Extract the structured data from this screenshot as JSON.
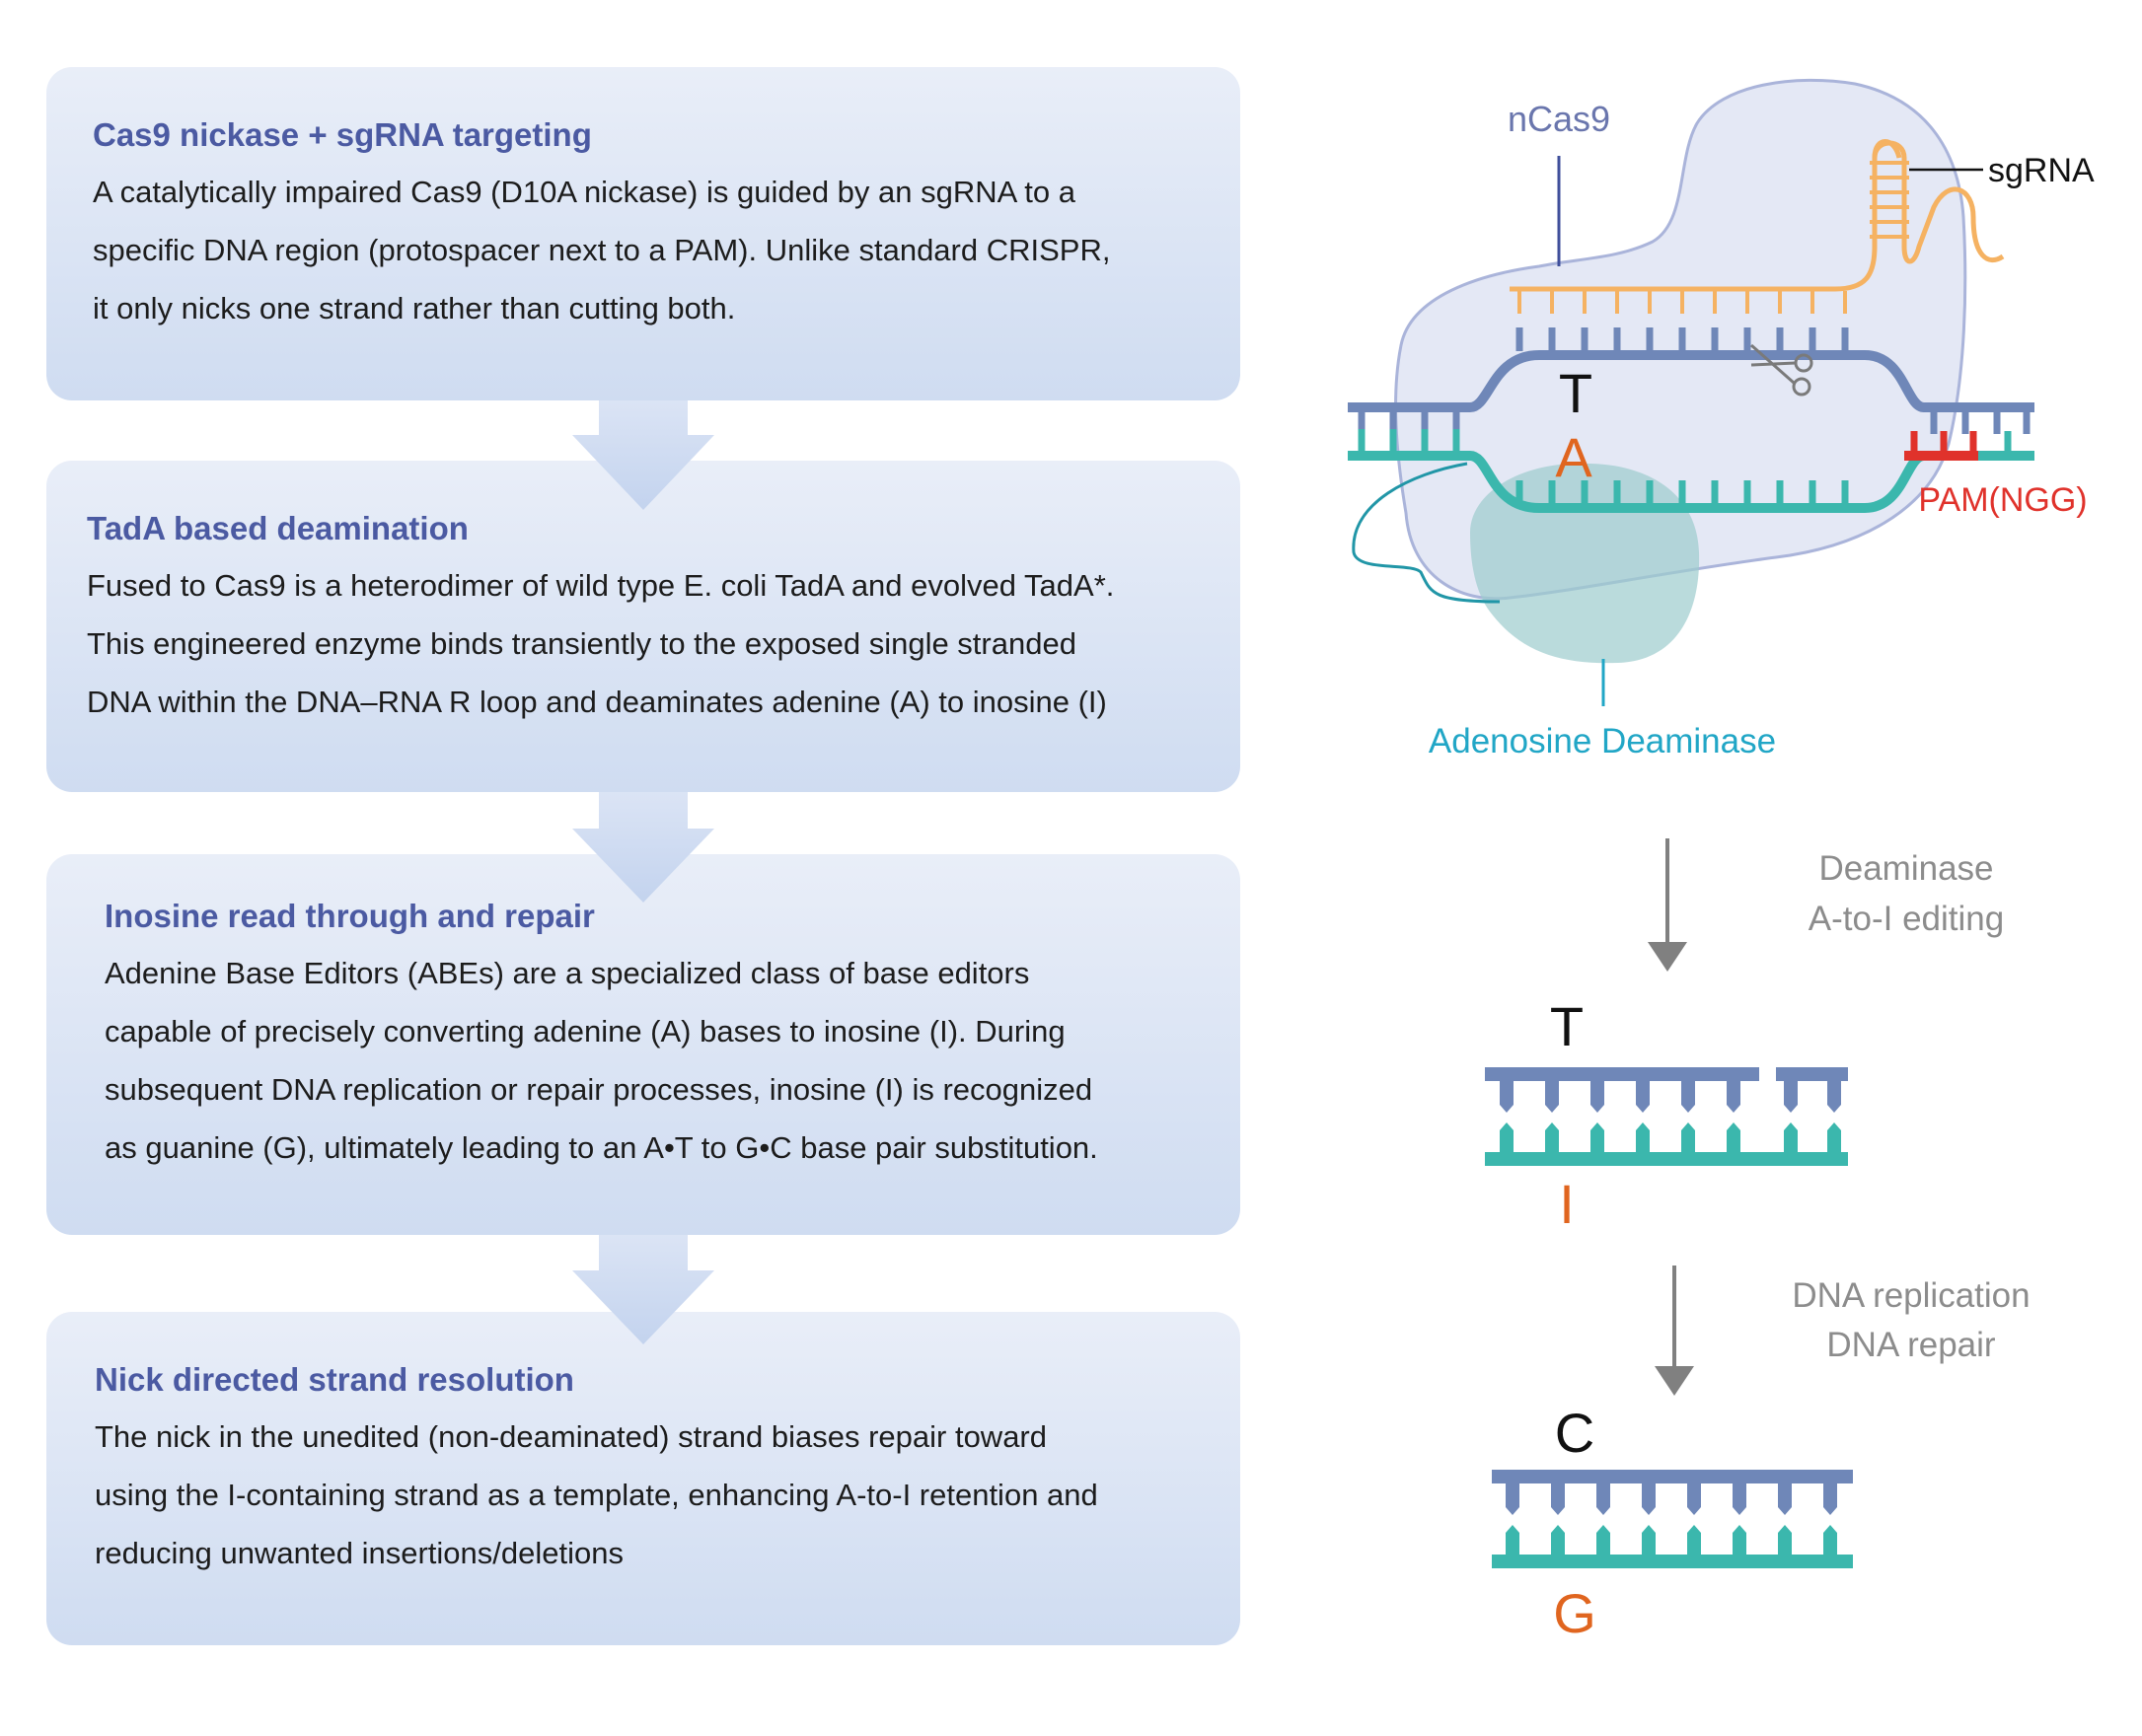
{
  "steps": [
    {
      "title": "Cas9 nickase + sgRNA targeting",
      "lines": [
        "A catalytically impaired Cas9 (D10A nickase) is guided by an sgRNA to a",
        "specific DNA region (protospacer next to a PAM). Unlike standard CRISPR,",
        "it only nicks one strand rather than cutting both."
      ]
    },
    {
      "title": "TadA based deamination",
      "lines": [
        "Fused to Cas9 is a heterodimer of wild type E. coli TadA and evolved TadA*.",
        "This engineered enzyme binds transiently to the exposed single stranded",
        "DNA within the DNA–RNA R loop and deaminates adenine (A) to inosine (I)"
      ]
    },
    {
      "title": "Inosine read through and repair",
      "lines": [
        "Adenine Base Editors (ABEs) are a specialized class of base editors",
        "capable of precisely converting adenine (A) bases to inosine (I). During",
        "subsequent DNA replication or repair processes, inosine (I) is recognized",
        "as guanine (G), ultimately leading to an A•T to G•C base pair substitution."
      ]
    },
    {
      "title": "Nick directed strand resolution",
      "lines": [
        "The nick in the unedited (non-deaminated) strand biases repair toward",
        "using the I-containing strand as a template, enhancing A-to-I retention and",
        "reducing unwanted insertions/deletions"
      ]
    }
  ],
  "diagram": {
    "ncas9_label": "nCas9",
    "sgrna_label": "sgRNA",
    "pam_label": "PAM(NGG)",
    "deaminase_label": "Adenosine Deaminase",
    "top_base_1": "T",
    "bottom_base_1": "A",
    "step1_label_line1": "Deaminase",
    "step1_label_line2": "A-to-I editing",
    "top_base_2": "T",
    "bottom_base_2": "I",
    "step2_label_line1": "DNA replication",
    "step2_label_line2": "DNA repair",
    "top_base_3": "C",
    "bottom_base_3": "G"
  },
  "colors": {
    "title_blue": "#4b5aa2",
    "strand_blue": "#6f87b8",
    "strand_teal": "#3bb7ad",
    "sgrna_orange": "#f5b262",
    "pam_red": "#e0322b",
    "base_orange": "#e0651f",
    "deaminase_label": "#21a6c6",
    "ncas9_label": "#6a76ad",
    "arrow_gray": "#808080"
  }
}
